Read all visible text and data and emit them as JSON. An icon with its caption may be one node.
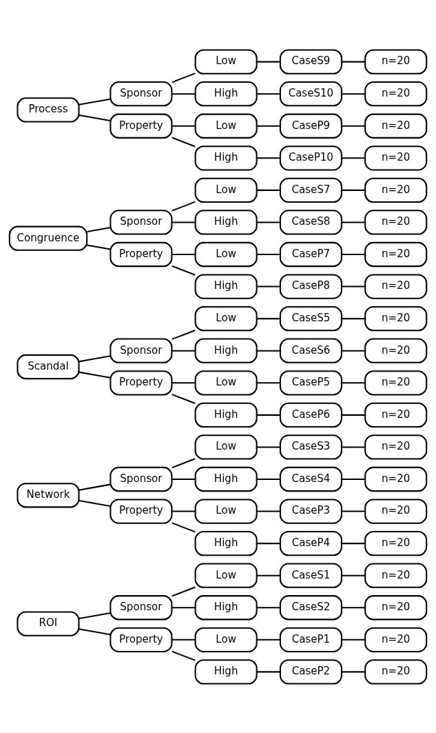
{
  "diagram": {
    "nodes": [
      {
        "text": [
          "ROI"
        ]
      },
      {
        "text": [
          "Sponsor"
        ]
      },
      {
        "text": [
          "Low"
        ]
      },
      {
        "text": [
          "CaseS1"
        ]
      },
      {
        "text": [
          "n=20"
        ]
      },
      {
        "text": [
          "High"
        ]
      },
      {
        "text": [
          "CaseS2"
        ]
      },
      {
        "text": [
          "n=20"
        ]
      },
      {
        "text": [
          "Property"
        ]
      },
      {
        "text": [
          "Low"
        ]
      },
      {
        "text": [
          "CaseP1"
        ]
      },
      {
        "text": [
          "n=20"
        ]
      },
      {
        "text": [
          "High"
        ]
      },
      {
        "text": [
          "CaseP2"
        ]
      },
      {
        "text": [
          "n=20"
        ]
      },
      {
        "text": [
          "Network"
        ]
      },
      {
        "text": [
          "Sponsor"
        ]
      },
      {
        "text": [
          "Low"
        ]
      },
      {
        "text": [
          "CaseS3"
        ]
      },
      {
        "text": [
          "n=20"
        ]
      },
      {
        "text": [
          "High"
        ]
      },
      {
        "text": [
          "CaseS4"
        ]
      },
      {
        "text": [
          "n=20"
        ]
      },
      {
        "text": [
          "Property"
        ]
      },
      {
        "text": [
          "Low"
        ]
      },
      {
        "text": [
          "CaseP3"
        ]
      },
      {
        "text": [
          "n=20"
        ]
      },
      {
        "text": [
          "High"
        ]
      },
      {
        "text": [
          "CaseP4"
        ]
      },
      {
        "text": [
          "n=20"
        ]
      },
      {
        "text": [
          "Scandal"
        ]
      },
      {
        "text": [
          "Sponsor"
        ]
      },
      {
        "text": [
          "Low"
        ]
      },
      {
        "text": [
          "CaseS5"
        ]
      },
      {
        "text": [
          "n=20"
        ]
      },
      {
        "text": [
          "High"
        ]
      },
      {
        "text": [
          "CaseS6"
        ]
      },
      {
        "text": [
          "n=20"
        ]
      },
      {
        "text": [
          "Property"
        ]
      },
      {
        "text": [
          "Low"
        ]
      },
      {
        "text": [
          "CaseP5"
        ]
      },
      {
        "text": [
          "n=20"
        ]
      },
      {
        "text": [
          "High"
        ]
      },
      {
        "text": [
          "CaseP6"
        ]
      },
      {
        "text": [
          "n=20"
        ]
      },
      {
        "text": [
          "Congruence"
        ]
      },
      {
        "text": [
          "Sponsor"
        ]
      },
      {
        "text": [
          "Low"
        ]
      },
      {
        "text": [
          "CaseS7"
        ]
      },
      {
        "text": [
          "n=20"
        ]
      },
      {
        "text": [
          "High"
        ]
      },
      {
        "text": [
          "CaseS8"
        ]
      },
      {
        "text": [
          "n=20"
        ]
      },
      {
        "text": [
          "Property"
        ]
      },
      {
        "text": [
          "Low"
        ]
      },
      {
        "text": [
          "CaseP7"
        ]
      },
      {
        "text": [
          "n=20"
        ]
      },
      {
        "text": [
          "High"
        ]
      },
      {
        "text": [
          "CaseP8"
        ]
      },
      {
        "text": [
          "n=20"
        ]
      },
      {
        "text": [
          "Process"
        ]
      },
      {
        "text": [
          "Sponsor"
        ]
      },
      {
        "text": [
          "Low"
        ]
      },
      {
        "text": [
          "CaseS9"
        ]
      },
      {
        "text": [
          "n=20"
        ]
      },
      {
        "text": [
          "High"
        ]
      },
      {
        "text": [
          "CaseS10"
        ]
      },
      {
        "text": [
          "n=20"
        ]
      },
      {
        "text": [
          "Property"
        ]
      },
      {
        "text": [
          "Low"
        ]
      },
      {
        "text": [
          "CaseP9"
        ]
      },
      {
        "text": [
          "n=20"
        ]
      },
      {
        "text": [
          "High"
        ]
      },
      {
        "text": [
          "CaseP10"
        ]
      },
      {
        "text": [
          "n=20"
        ]
      }
    ],
    "edges": [
      {
        "from": 0,
        "to": 1,
        "arrow": "none"
      },
      {
        "from": 1,
        "to": 2,
        "arrow": "none"
      },
      {
        "from": 2,
        "to": 3,
        "arrow": "none"
      },
      {
        "from": 3,
        "to": 4,
        "arrow": "none"
      },
      {
        "from": 1,
        "to": 5,
        "arrow": "none"
      },
      {
        "from": 5,
        "to": 6,
        "arrow": "none"
      },
      {
        "from": 6,
        "to": 7,
        "arrow": "none"
      },
      {
        "from": 0,
        "to": 8,
        "arrow": "none"
      },
      {
        "from": 8,
        "to": 9,
        "arrow": "none"
      },
      {
        "from": 9,
        "to": 10,
        "arrow": "none"
      },
      {
        "from": 10,
        "to": 11,
        "arrow": "none"
      },
      {
        "from": 8,
        "to": 12,
        "arrow": "none"
      },
      {
        "from": 12,
        "to": 13,
        "arrow": "none"
      },
      {
        "from": 13,
        "to": 14,
        "arrow": "none"
      },
      {
        "from": 15,
        "to": 16,
        "arrow": "none"
      },
      {
        "from": 16,
        "to": 17,
        "arrow": "none"
      },
      {
        "from": 17,
        "to": 18,
        "arrow": "none"
      },
      {
        "from": 18,
        "to": 19,
        "arrow": "none"
      },
      {
        "from": 16,
        "to": 20,
        "arrow": "none"
      },
      {
        "from": 20,
        "to": 21,
        "arrow": "none"
      },
      {
        "from": 21,
        "to": 22,
        "arrow": "none"
      },
      {
        "from": 15,
        "to": 23,
        "arrow": "none"
      },
      {
        "from": 23,
        "to": 24,
        "arrow": "none"
      },
      {
        "from": 24,
        "to": 25,
        "arrow": "none"
      },
      {
        "from": 25,
        "to": 26,
        "arrow": "none"
      },
      {
        "from": 23,
        "to": 27,
        "arrow": "none"
      },
      {
        "from": 27,
        "to": 28,
        "arrow": "none"
      },
      {
        "from": 28,
        "to": 29,
        "arrow": "none"
      },
      {
        "from": 30,
        "to": 31,
        "arrow": "none"
      },
      {
        "from": 31,
        "to": 32,
        "arrow": "none"
      },
      {
        "from": 32,
        "to": 33,
        "arrow": "none"
      },
      {
        "from": 33,
        "to": 34,
        "arrow": "none"
      },
      {
        "from": 31,
        "to": 35,
        "arrow": "none"
      },
      {
        "from": 35,
        "to": 36,
        "arrow": "none"
      },
      {
        "from": 36,
        "to": 37,
        "arrow": "none"
      },
      {
        "from": 30,
        "to": 38,
        "arrow": "none"
      },
      {
        "from": 38,
        "to": 39,
        "arrow": "none"
      },
      {
        "from": 39,
        "to": 40,
        "arrow": "none"
      },
      {
        "from": 40,
        "to": 41,
        "arrow": "none"
      },
      {
        "from": 38,
        "to": 42,
        "arrow": "none"
      },
      {
        "from": 42,
        "to": 43,
        "arrow": "none"
      },
      {
        "from": 43,
        "to": 44,
        "arrow": "none"
      },
      {
        "from": 45,
        "to": 46,
        "arrow": "none"
      },
      {
        "from": 46,
        "to": 47,
        "arrow": "none"
      },
      {
        "from": 47,
        "to": 48,
        "arrow": "none"
      },
      {
        "from": 48,
        "to": 49,
        "arrow": "none"
      },
      {
        "from": 46,
        "to": 50,
        "arrow": "none"
      },
      {
        "from": 50,
        "to": 51,
        "arrow": "none"
      },
      {
        "from": 51,
        "to": 52,
        "arrow": "none"
      },
      {
        "from": 45,
        "to": 53,
        "arrow": "none"
      },
      {
        "from": 53,
        "to": 54,
        "arrow": "none"
      },
      {
        "from": 54,
        "to": 55,
        "arrow": "none"
      },
      {
        "from": 55,
        "to": 56,
        "arrow": "none"
      },
      {
        "from": 53,
        "to": 57,
        "arrow": "none"
      },
      {
        "from": 57,
        "to": 58,
        "arrow": "none"
      },
      {
        "from": 58,
        "to": 59,
        "arrow": "none"
      },
      {
        "from": 60,
        "to": 61,
        "arrow": "none"
      },
      {
        "from": 61,
        "to": 62,
        "arrow": "none"
      },
      {
        "from": 62,
        "to": 63,
        "arrow": "none"
      },
      {
        "from": 63,
        "to": 64,
        "arrow": "none"
      },
      {
        "from": 61,
        "to": 65,
        "arrow": "none"
      },
      {
        "from": 65,
        "to": 66,
        "arrow": "none"
      },
      {
        "from": 66,
        "to": 67,
        "arrow": "none"
      },
      {
        "from": 60,
        "to": 68,
        "arrow": "none"
      },
      {
        "from": 68,
        "to": 69,
        "arrow": "none"
      },
      {
        "from": 69,
        "to": 70,
        "arrow": "none"
      },
      {
        "from": 70,
        "to": 71,
        "arrow": "none"
      },
      {
        "from": 68,
        "to": 72,
        "arrow": "none"
      },
      {
        "from": 72,
        "to": 73,
        "arrow": "none"
      },
      {
        "from": 73,
        "to": 74,
        "arrow": "none"
      }
    ]
  }
}
